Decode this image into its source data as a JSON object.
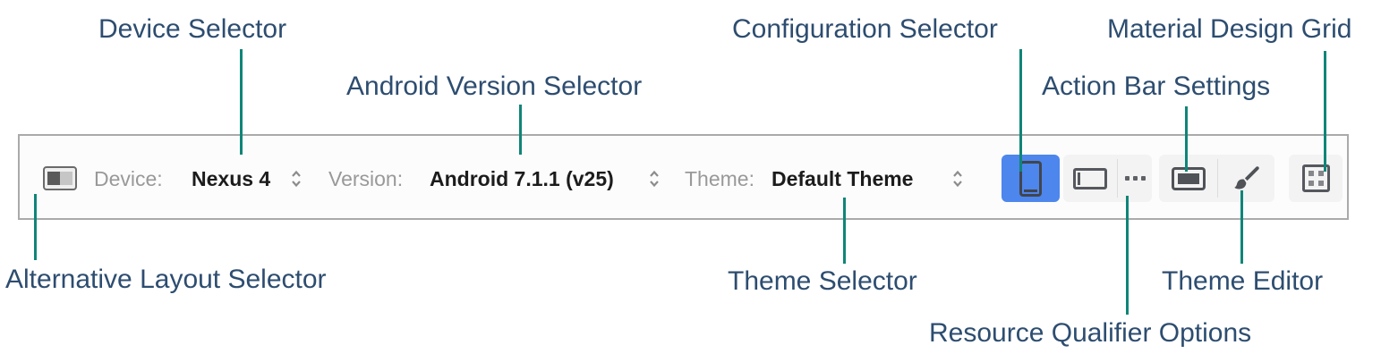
{
  "annotations": {
    "device_selector": "Device Selector",
    "android_version_selector": "Android Version Selector",
    "configuration_selector": "Configuration Selector",
    "material_design_grid": "Material Design Grid",
    "action_bar_settings": "Action Bar Settings",
    "alternative_layout_selector": "Alternative Layout Selector",
    "theme_selector": "Theme Selector",
    "theme_editor": "Theme Editor",
    "resource_qualifier_options": "Resource Qualifier Options"
  },
  "toolbar": {
    "device_label": "Device:",
    "device_value": "Nexus 4",
    "version_label": "Version:",
    "version_value": "Android 7.1.1 (v25)",
    "theme_label": "Theme:",
    "theme_value": "Default Theme"
  },
  "icons": {
    "alternative_layout": "layout-variant-toggle",
    "device_spinner": "up-down-chevrons",
    "version_spinner": "up-down-chevrons",
    "theme_spinner": "up-down-chevrons",
    "portrait_config": "portrait-phone",
    "landscape_config": "landscape-phone",
    "resource_qualifier": "ellipsis-dots",
    "action_bar": "framed-filled-rectangle",
    "theme_editor": "paintbrush",
    "material_grid": "four-square-grid"
  },
  "colors": {
    "annotation_text": "#2d4d70",
    "connector_line": "#0f8578",
    "selected_button_bg": "#4d86ec",
    "button_group_bg": "#f3f3f3",
    "toolbar_border": "#aaaaaa",
    "toolbar_bg": "#fcfcfc",
    "muted_label_text": "#999999",
    "value_text": "#1c1c1c",
    "icon_stroke": "#4f5257"
  }
}
